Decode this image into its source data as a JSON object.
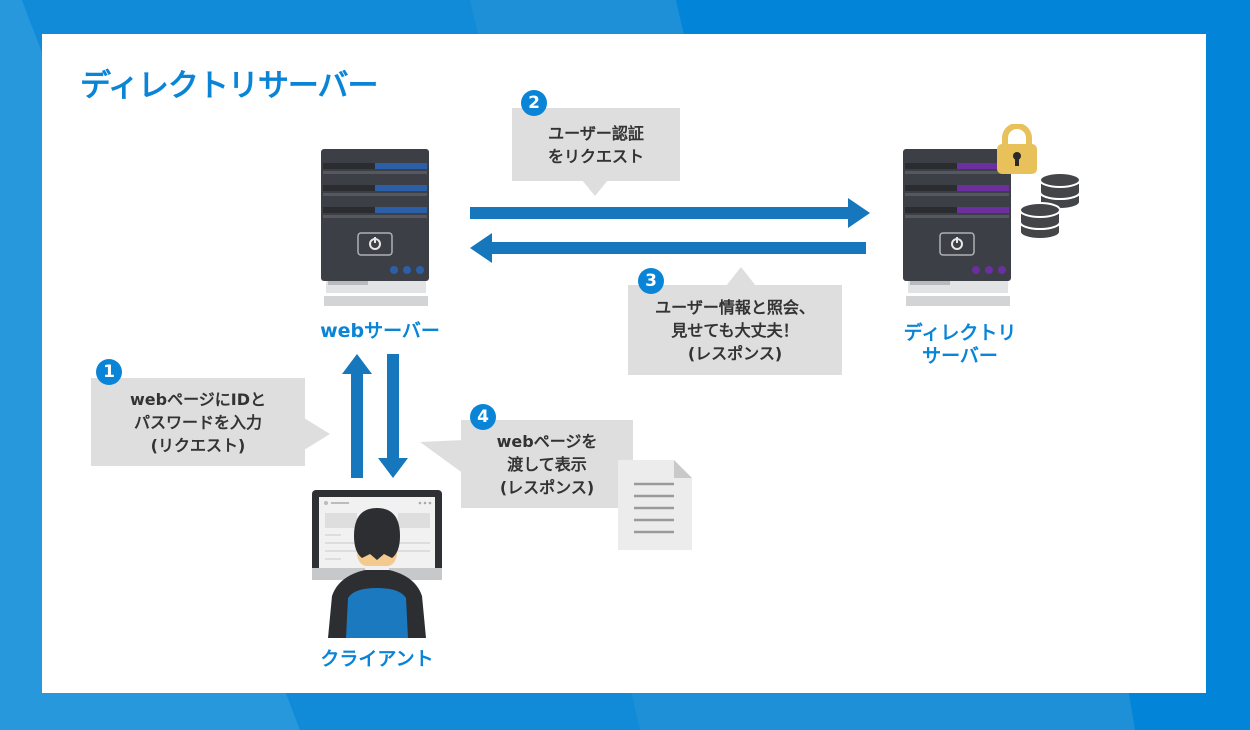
{
  "title": "ディレクトリサーバー",
  "colors": {
    "accent_blue": "#0a84d6",
    "arrow_blue": "#1677bd",
    "bubble_gray": "#dedede",
    "server_dark": "#3c3f45",
    "webserver_stripe": "#2b5fa8",
    "directory_stripe": "#6b2fa0",
    "lock_gold": "#e8c15a"
  },
  "nodes": {
    "web_server": {
      "label": "webサーバー",
      "icon": "server-icon"
    },
    "directory_server": {
      "label_line1": "ディレクトリ",
      "label_line2": "サーバー",
      "icon": "server-icon",
      "extras": [
        "lock-icon",
        "database-icon"
      ]
    },
    "client": {
      "label": "クライアント",
      "icon": "user-at-monitor-icon"
    }
  },
  "steps": [
    {
      "number": "1",
      "lines": [
        "webページにIDと",
        "パスワードを入力",
        "(リクエスト)"
      ]
    },
    {
      "number": "2",
      "lines": [
        "ユーザー認証",
        "をリクエスト"
      ]
    },
    {
      "number": "3",
      "lines": [
        "ユーザー情報と照会、",
        "見せても大丈夫！",
        "(レスポンス)"
      ]
    },
    {
      "number": "4",
      "lines": [
        "webページを",
        "渡して表示",
        "(レスポンス)"
      ]
    }
  ],
  "arrows": [
    {
      "from": "web_server",
      "to": "directory_server",
      "step": "2"
    },
    {
      "from": "directory_server",
      "to": "web_server",
      "step": "3"
    },
    {
      "from": "client",
      "to": "web_server",
      "step": "1"
    },
    {
      "from": "web_server",
      "to": "client",
      "step": "4"
    }
  ]
}
